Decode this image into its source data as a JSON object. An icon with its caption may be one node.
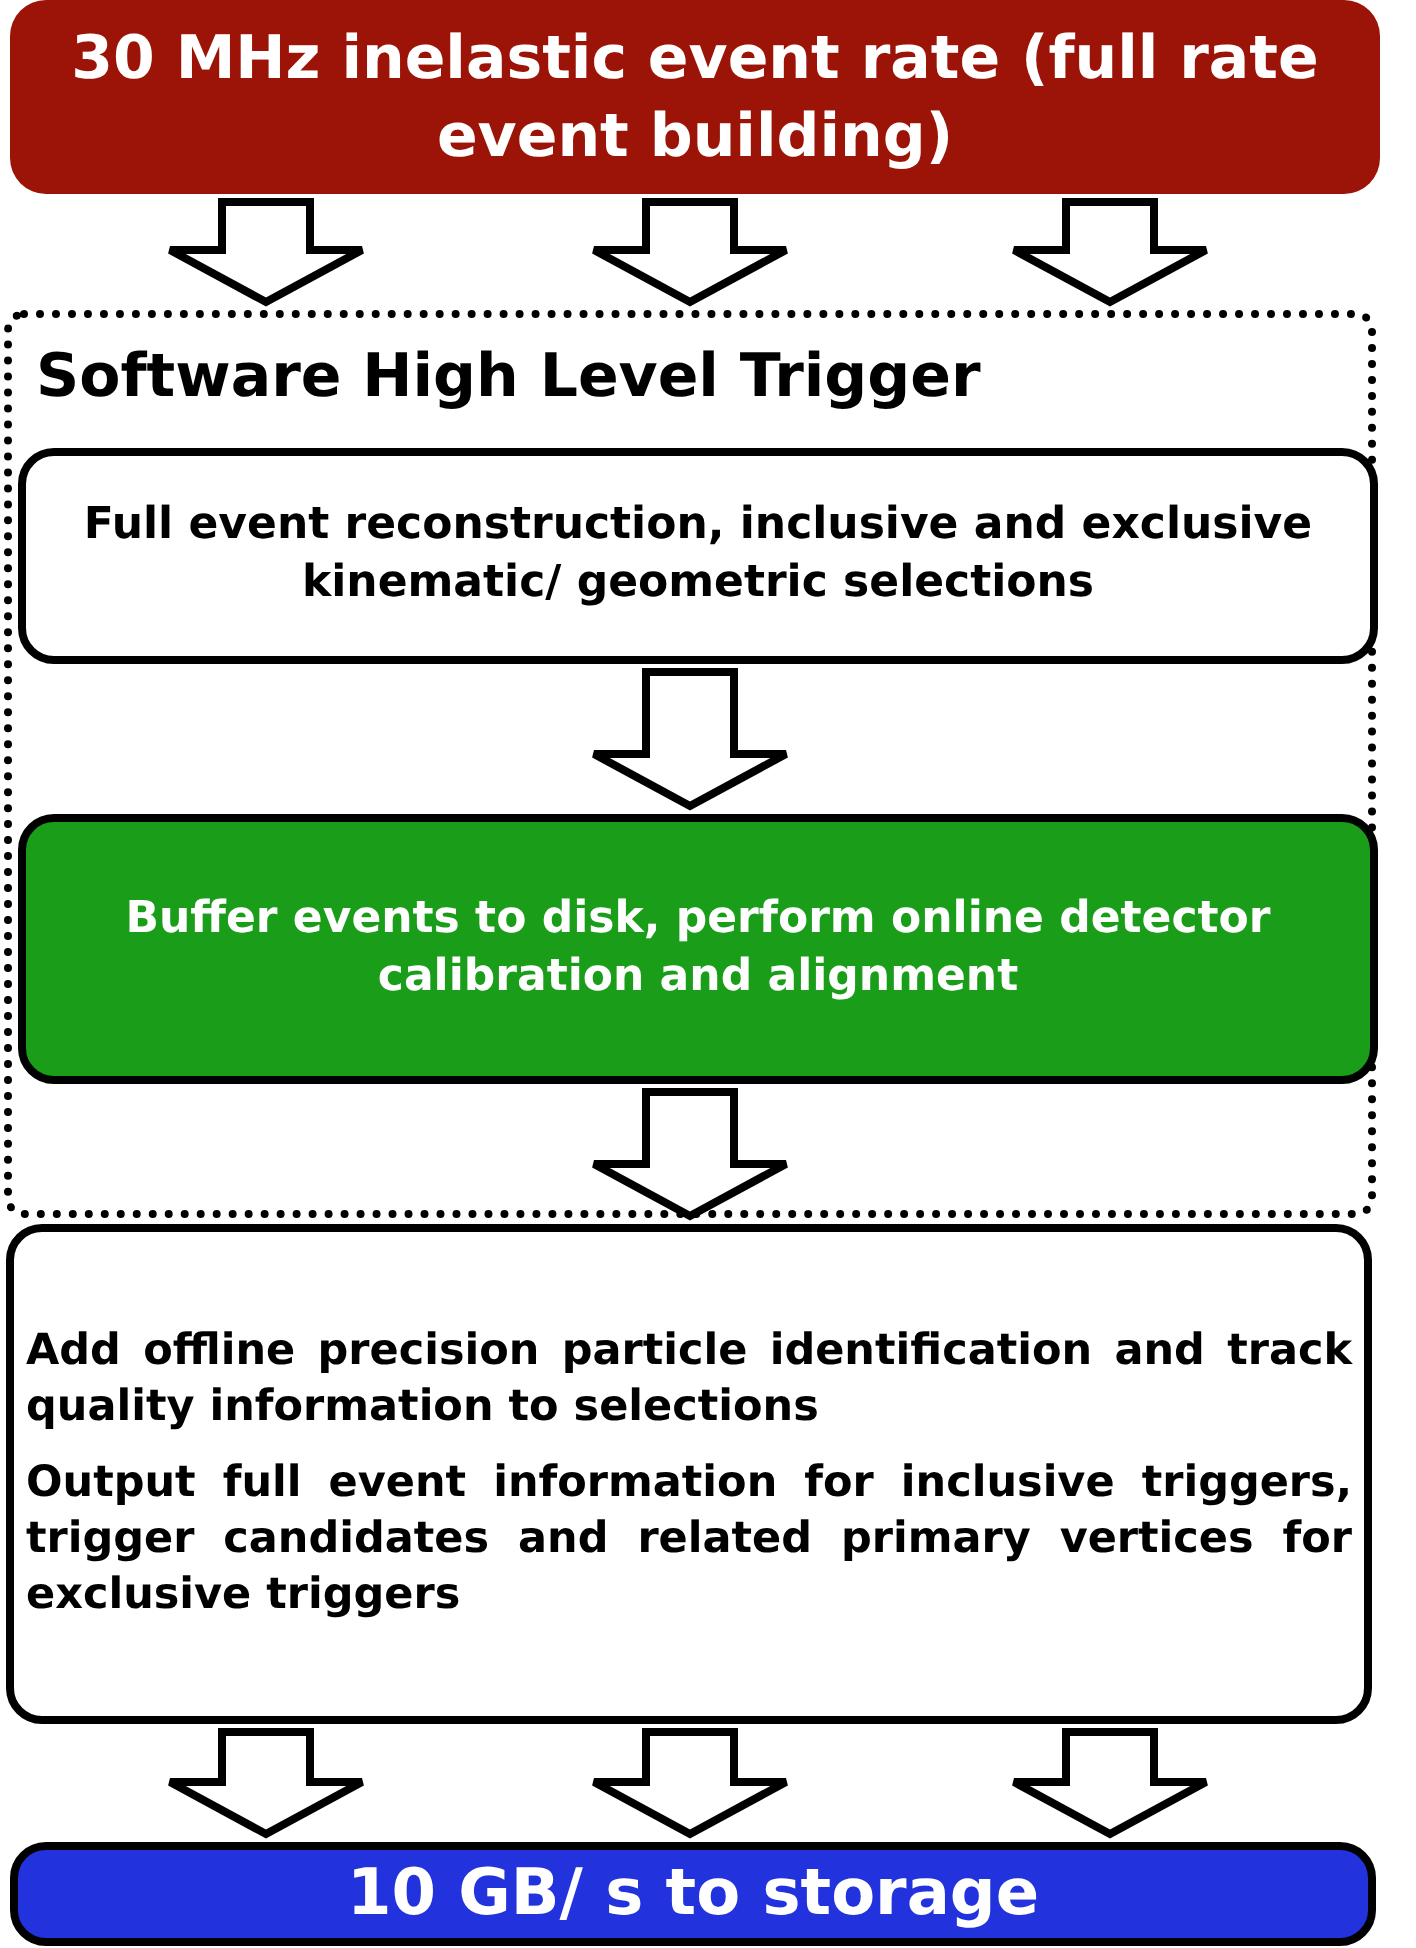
{
  "diagram": {
    "nodes": [
      {
        "text": [
          "30 MHz inelastic event rate (full rate event building)"
        ]
      },
      {
        "text": [
          "Software High Level Trigger"
        ]
      },
      {
        "text": [
          "Full event reconstruction, inclusive and exclusive kinematic/ geometric selections"
        ],
        "in": 1
      },
      {
        "text": [
          "Buffer events to disk, perform online detector calibration and alignment"
        ],
        "in": 1
      },
      {
        "text": [
          "Add offline precision particle identification and track quality information to selections",
          "Output full event information for inclusive triggers, trigger candidates and related primary vertices for exclusive triggers"
        ]
      },
      {
        "text": [
          "10 GB/ s to storage"
        ]
      }
    ],
    "edges": [
      {
        "from": 0,
        "to": 1,
        "arrow": "to"
      },
      {
        "from": 0,
        "to": 1,
        "arrow": "to"
      },
      {
        "from": 0,
        "to": 1,
        "arrow": "to"
      },
      {
        "from": 2,
        "to": 3,
        "arrow": "to"
      },
      {
        "from": 3,
        "to": 4,
        "arrow": "to"
      },
      {
        "from": 4,
        "to": 5,
        "arrow": "to"
      },
      {
        "from": 4,
        "to": 5,
        "arrow": "to"
      },
      {
        "from": 4,
        "to": 5,
        "arrow": "to"
      }
    ]
  }
}
